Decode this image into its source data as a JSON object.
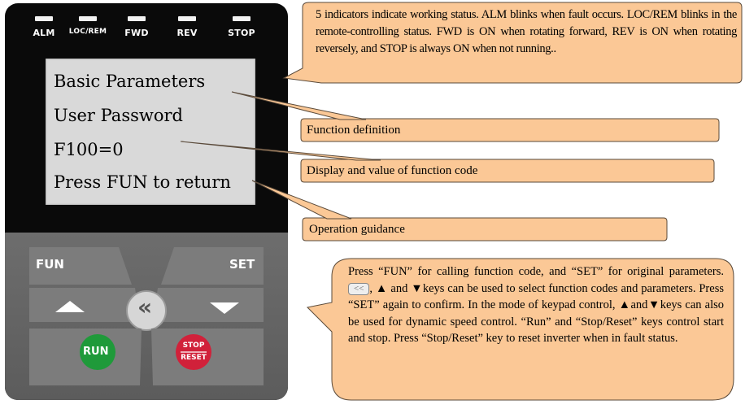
{
  "indicators": [
    {
      "label": "ALM"
    },
    {
      "label": "LOC/REM"
    },
    {
      "label": "FWD"
    },
    {
      "label": "REV"
    },
    {
      "label": "STOP"
    }
  ],
  "display": {
    "line1": "Basic Parameters",
    "line2": "User Password",
    "line3": "F100=0",
    "line4": "Press FUN to return"
  },
  "keys": {
    "fun": "FUN",
    "set": "SET",
    "shift_glyph": "«",
    "run": "RUN",
    "stop_line1": "STOP",
    "stop_line2": "RESET"
  },
  "callouts": {
    "indicators_note": "5 indicators indicate working status. ALM blinks when fault occurs. LOC/REM blinks in the remote-controlling status. FWD is ON when rotating forward, REV is ON when rotating reversely, and STOP is always ON when not running..",
    "function_definition": "Function definition",
    "display_value": "Display and value of function code",
    "operation_guidance": "Operation guidance",
    "keys_note_part1": "Press “FUN” for calling function code, and “SET” for original parameters.",
    "keys_note_inline_key": "<<",
    "keys_note_part2": ", ▲ and ▼keys can be used to select function codes and parameters. Press “SET” again to confirm. In the mode of keypad control, ▲and▼keys can also be used for dynamic speed control. “Run” and “Stop/Reset” keys control start and stop. Press “Stop/Reset” key to reset inverter when in fault status."
  },
  "colors": {
    "callout_fill": "#fbc896",
    "callout_stroke": "#5a4a3a",
    "device_body": "#0a0a0a",
    "lcd_bg": "#d9d9d9",
    "run_green": "#1f9a3a",
    "stop_red": "#d1213a"
  }
}
